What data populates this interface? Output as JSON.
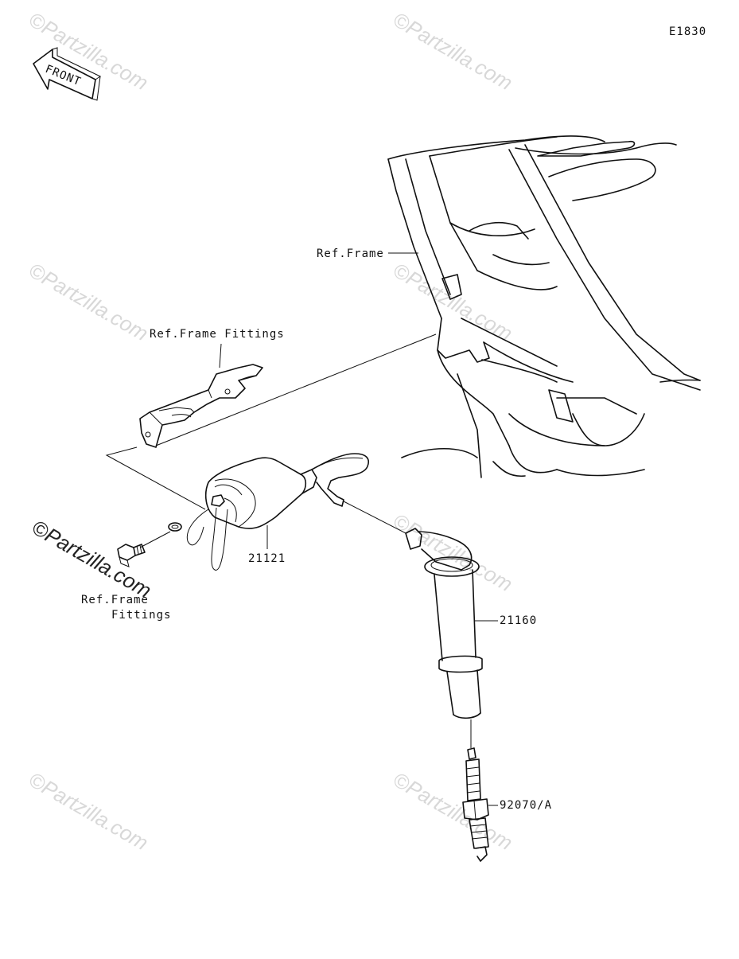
{
  "diagram": {
    "code": "E1830",
    "front_arrow_label": "FRONT",
    "watermark": "©Partzilla.com",
    "labels": {
      "ref_frame": "Ref.Frame",
      "ref_frame_fittings_top": "Ref.Frame Fittings",
      "ref_frame_fittings_bottom_1": "Ref.Frame",
      "ref_frame_fittings_bottom_2": "Fittings",
      "coil_part": "21121",
      "cap_part": "21160",
      "plug_part": "92070/A"
    }
  }
}
